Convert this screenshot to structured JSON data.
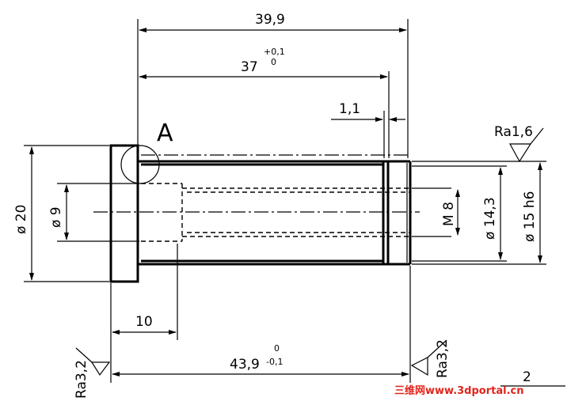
{
  "dimensions": {
    "overall_length": "39,9",
    "body_length": "37",
    "body_length_tol_upper": "+0,1",
    "body_length_tol_lower": "0",
    "groove_width": "1,1",
    "head_diameter": "ø 20",
    "bore_diameter": "ø 9",
    "head_thickness": "10",
    "total_length": "43,9",
    "total_length_tol_upper": "0",
    "total_length_tol_lower": "-0,1",
    "thread": "M 8",
    "groove_diameter": "ø 14,3",
    "shaft_diameter": "ø 15 h6",
    "partial_bottom_right": "2"
  },
  "detail_label": "A",
  "surface_finish": {
    "top_right": "Ra1,6",
    "left": "Ra3,2",
    "right": "Ra3,2"
  },
  "watermark": "三维网www.3dportal.cn"
}
